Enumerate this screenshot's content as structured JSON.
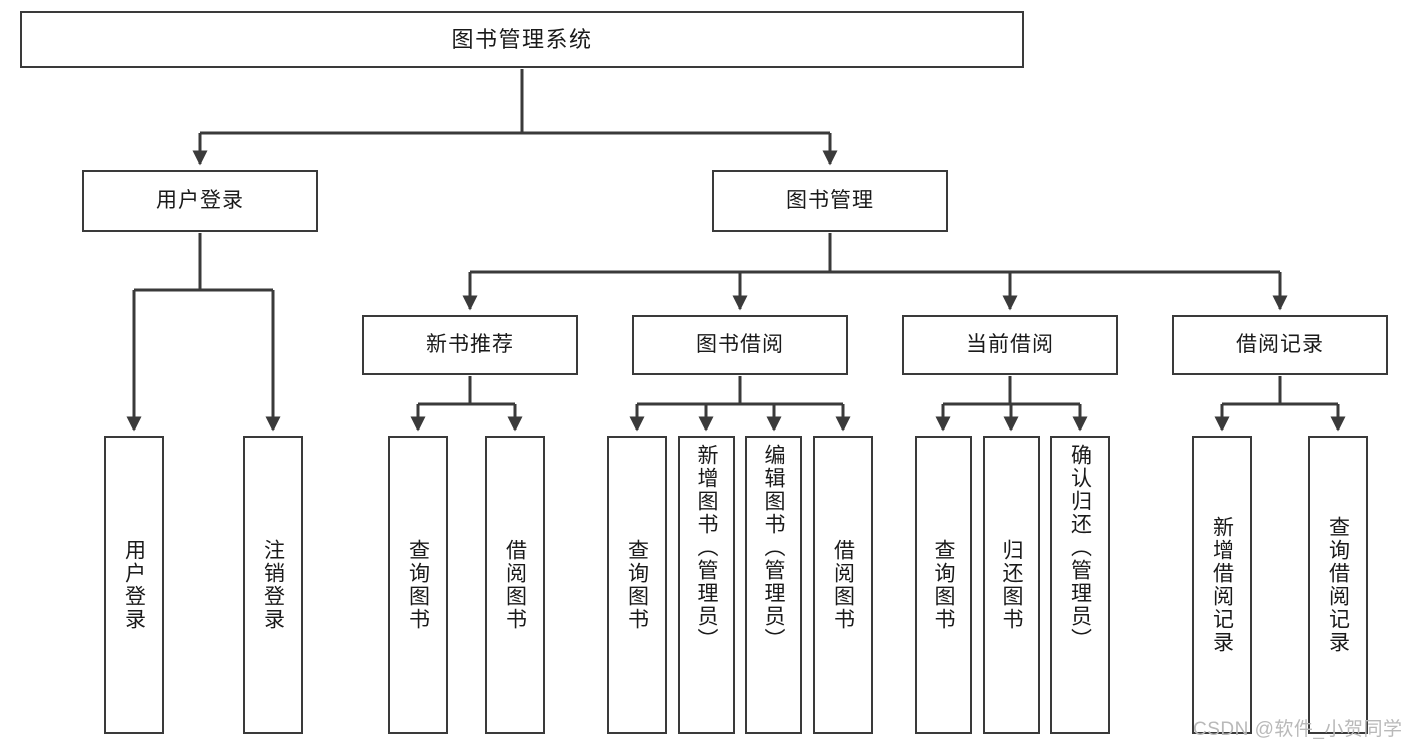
{
  "diagram": {
    "type": "tree",
    "title": "图书管理系统",
    "watermark": "CSDN @软件_小贺同学",
    "colors": {
      "node_border": "#3a3a3a",
      "node_fill": "#ffffff",
      "edge": "#3a3a3a",
      "text": "#1a1a1a",
      "watermark": "#b9b9b9",
      "background": "#ffffff"
    },
    "nodes": {
      "root": {
        "label": "图书管理系统"
      },
      "level2": [
        {
          "id": "user_login",
          "label": "用户登录"
        },
        {
          "id": "book_mgmt",
          "label": "图书管理"
        }
      ],
      "level3": [
        {
          "id": "new_book_rec",
          "label": "新书推荐"
        },
        {
          "id": "book_borrow",
          "label": "图书借阅"
        },
        {
          "id": "current_borrow",
          "label": "当前借阅"
        },
        {
          "id": "borrow_record",
          "label": "借阅记录"
        }
      ],
      "leaves": {
        "user_login": [
          {
            "id": "leaf_user_login",
            "label": "用户登录"
          },
          {
            "id": "leaf_user_logout",
            "label": "注销登录"
          }
        ],
        "new_book_rec": [
          {
            "id": "leaf_query_book_1",
            "label": "查询图书"
          },
          {
            "id": "leaf_borrow_book_1",
            "label": "借阅图书"
          }
        ],
        "book_borrow": [
          {
            "id": "leaf_query_book_2",
            "label": "查询图书"
          },
          {
            "id": "leaf_add_book",
            "label": "新增图书（管理员）"
          },
          {
            "id": "leaf_edit_book",
            "label": "编辑图书（管理员）"
          },
          {
            "id": "leaf_borrow_book_2",
            "label": "借阅图书"
          }
        ],
        "current_borrow": [
          {
            "id": "leaf_query_book_3",
            "label": "查询图书"
          },
          {
            "id": "leaf_return_book",
            "label": "归还图书"
          },
          {
            "id": "leaf_confirm_return",
            "label": "确认归还（管理员）"
          }
        ],
        "borrow_record": [
          {
            "id": "leaf_add_record",
            "label": "新增借阅记录"
          },
          {
            "id": "leaf_query_record",
            "label": "查询借阅记录"
          }
        ]
      }
    }
  }
}
